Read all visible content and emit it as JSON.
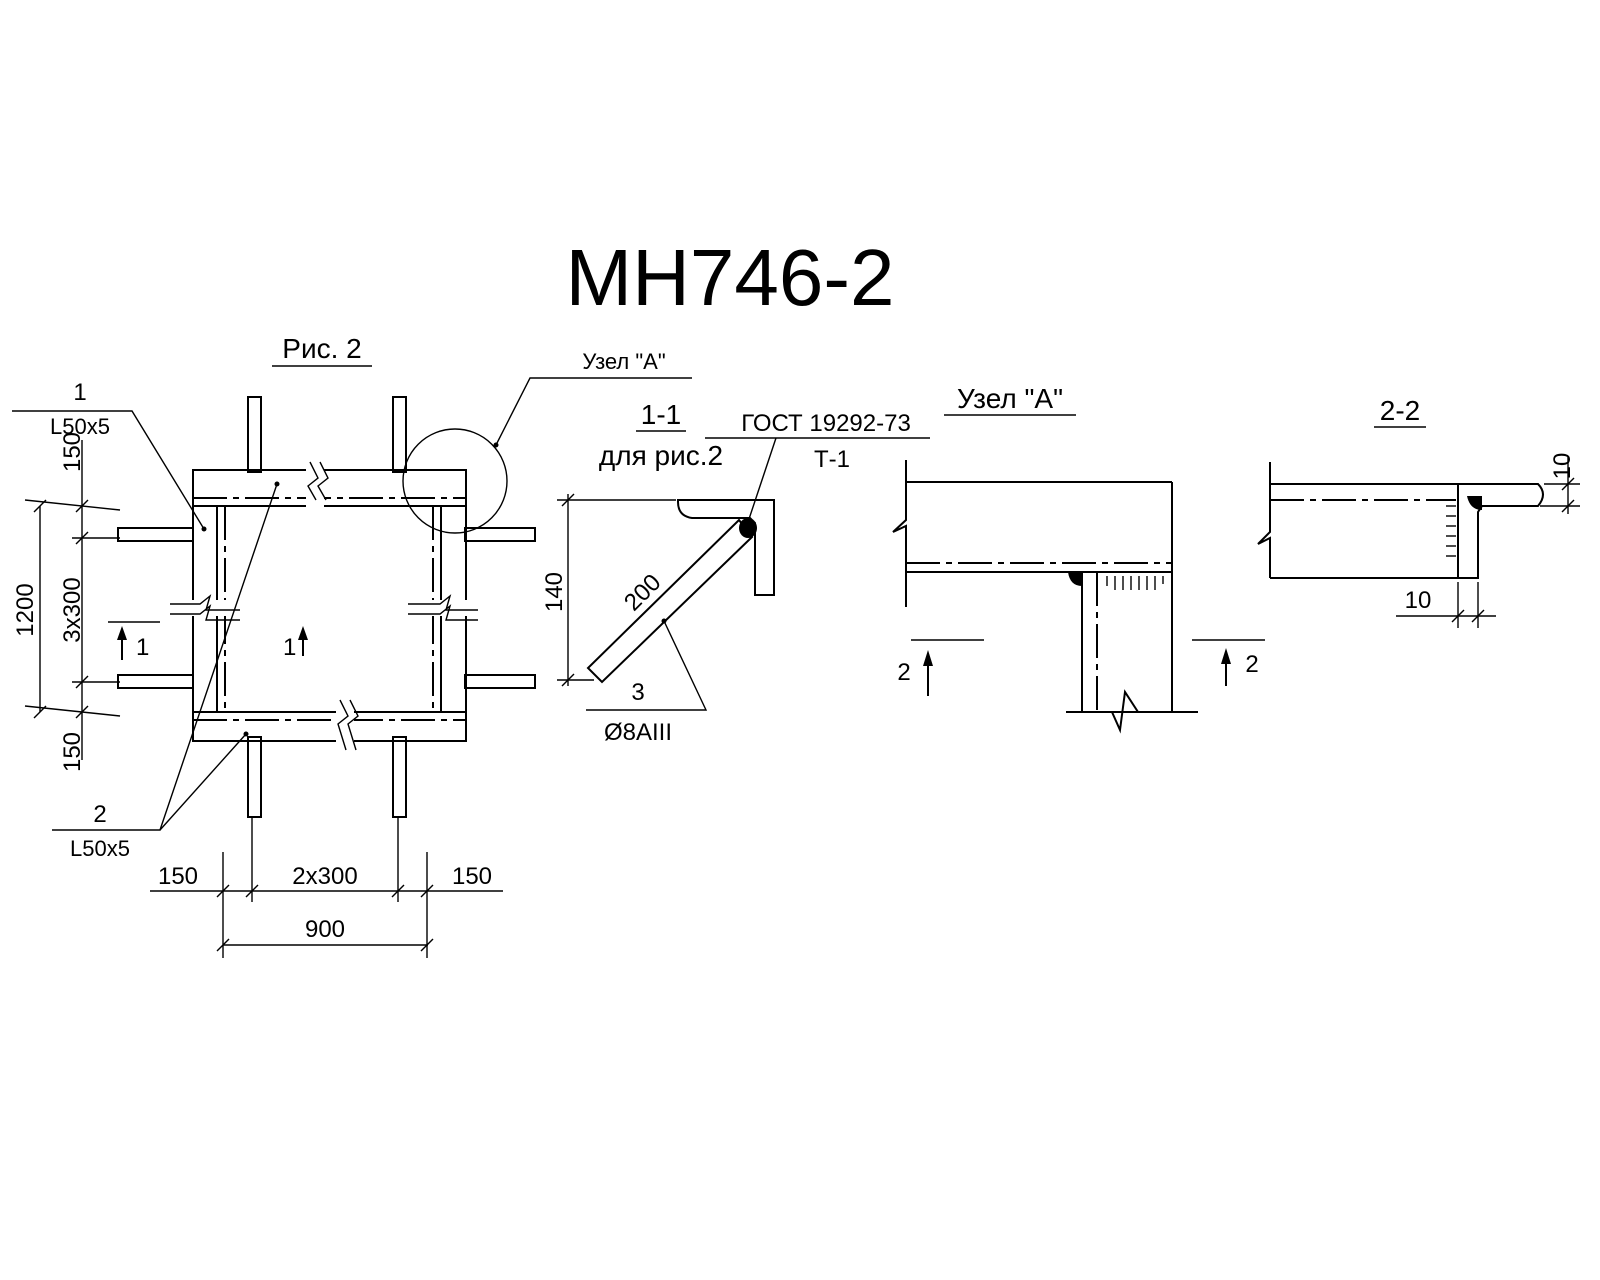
{
  "title": "МН746-2",
  "views": {
    "plan": {
      "caption": "Рис. 2",
      "node_callout": "Узел \"А\"",
      "pos1": {
        "num": "1",
        "profile": "L50x5"
      },
      "pos2": {
        "num": "2",
        "profile": "L50x5"
      },
      "section_mark": "1",
      "dims": {
        "left_top": "150",
        "left_total": "1200",
        "left_mid": "3х300",
        "left_bottom": "150",
        "bottom_left": "150",
        "bottom_mid": "2х300",
        "bottom_right": "150",
        "bottom_total": "900"
      }
    },
    "section_1_1": {
      "caption": "1-1",
      "subcaption": "для рис.2",
      "weld_standard": "ГОСТ 19292-73",
      "weld_type": "Т-1",
      "dim_height": "140",
      "dim_length": "200",
      "bar_pos": "3",
      "bar_spec": "Ø8AIII"
    },
    "node_a": {
      "caption": "Узел \"А\"",
      "section_mark": "2"
    },
    "section_2_2": {
      "caption": "2-2",
      "dim_top": "10",
      "dim_bottom": "10"
    }
  }
}
